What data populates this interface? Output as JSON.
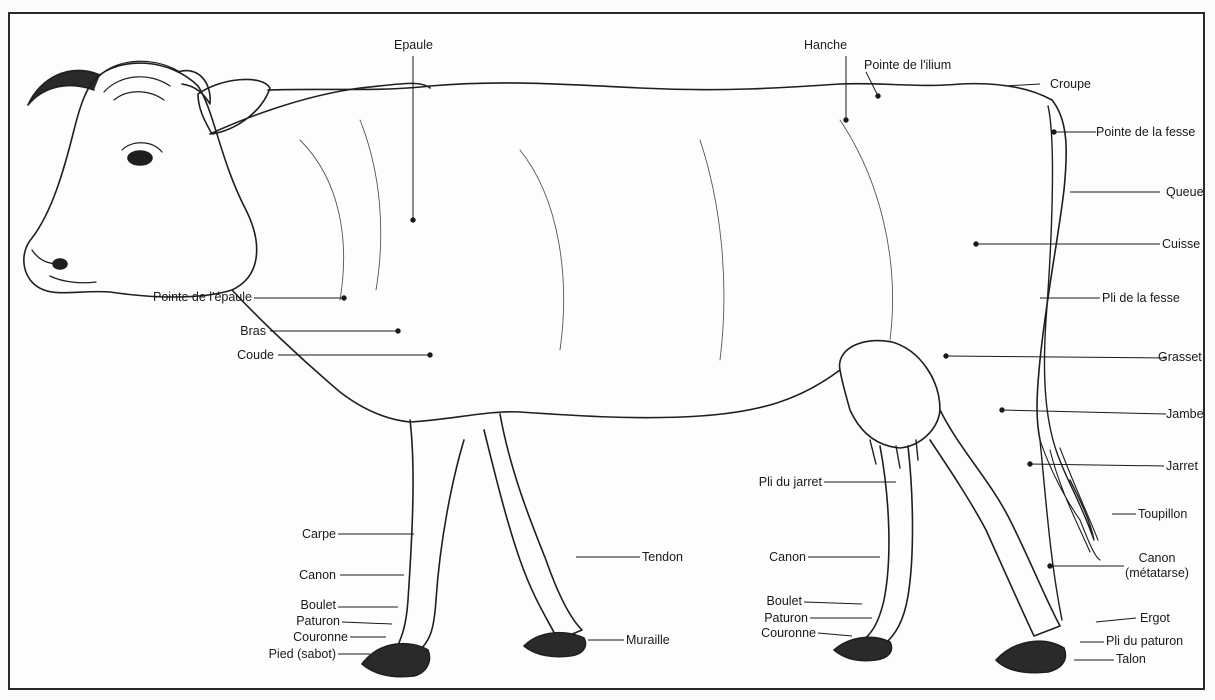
{
  "labels": {
    "epaule": "Epaule",
    "hanche": "Hanche",
    "pointe_ilium": "Pointe de l'ilium",
    "croupe": "Croupe",
    "pointe_fesse": "Pointe de la fesse",
    "queue": "Queue",
    "cuisse": "Cuisse",
    "pli_fesse": "Pli de la fesse",
    "grasset": "Grasset",
    "jambe": "Jambe",
    "jarret": "Jarret",
    "toupillon": "Toupillon",
    "canon_metatarse_1": "Canon",
    "canon_metatarse_2": "(métatarse)",
    "ergot": "Ergot",
    "pli_paturon": "Pli du paturon",
    "talon": "Talon",
    "pointe_epaule": "Pointe de l'épaule",
    "bras": "Bras",
    "coude": "Coude",
    "carpe": "Carpe",
    "canon_ant": "Canon",
    "boulet_ant": "Boulet",
    "paturon_ant": "Paturon",
    "couronne_ant": "Couronne",
    "pied": "Pied (sabot)",
    "tendon": "Tendon",
    "muraille": "Muraille",
    "pli_jarret": "Pli du jarret",
    "canon_post": "Canon",
    "boulet_post": "Boulet",
    "paturon_post": "Paturon",
    "couronne_post": "Couronne"
  }
}
